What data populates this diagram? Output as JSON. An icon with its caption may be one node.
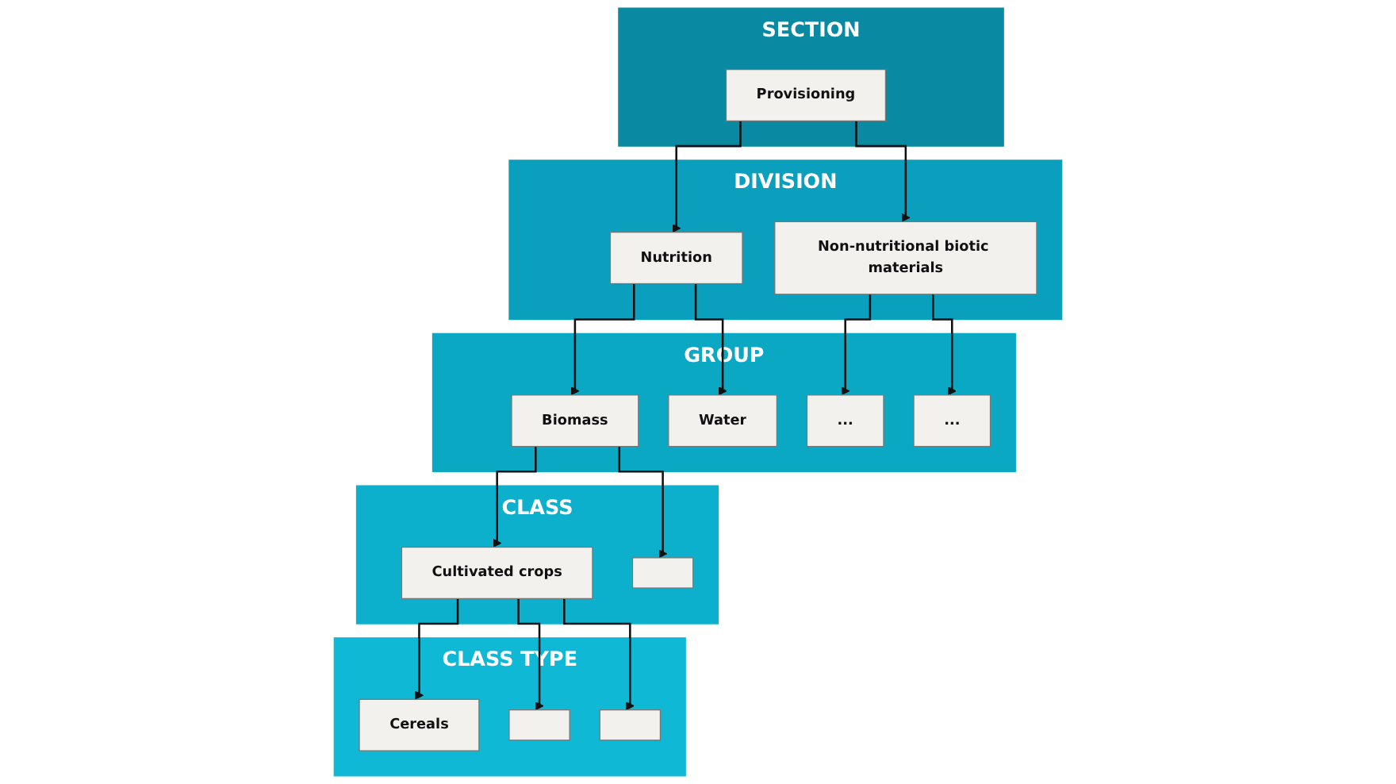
{
  "diagram": {
    "nodes": [
      {
        "text": [
          "SECTION"
        ]
      },
      {
        "text": [
          "Provisioning"
        ],
        "in": 0
      },
      {
        "text": [
          "DIVISION"
        ]
      },
      {
        "text": [
          "Nutrition"
        ],
        "in": 2
      },
      {
        "text": [
          "Non-nutritional biotic materials"
        ],
        "in": 2
      },
      {
        "text": [
          "GROUP"
        ]
      },
      {
        "text": [
          "Biomass"
        ],
        "in": 5
      },
      {
        "text": [
          "Water"
        ],
        "in": 5
      },
      {
        "text": [
          "..."
        ],
        "in": 5
      },
      {
        "text": [
          "..."
        ],
        "in": 5
      },
      {
        "text": [
          "CLASS"
        ]
      },
      {
        "text": [
          "Cultivated crops"
        ],
        "in": 10
      },
      {
        "text": [],
        "shape": "box",
        "in": 10
      },
      {
        "text": [
          "CLASS TYPE"
        ]
      },
      {
        "text": [
          "Cereals"
        ],
        "in": 13
      },
      {
        "text": [],
        "shape": "box",
        "in": 13
      },
      {
        "text": [],
        "shape": "box",
        "in": 13
      }
    ],
    "edges": [
      {
        "from": 1,
        "to": 3,
        "arrow": "to"
      },
      {
        "from": 1,
        "to": 4,
        "arrow": "to"
      },
      {
        "from": 3,
        "to": 6,
        "arrow": "to"
      },
      {
        "from": 3,
        "to": 7,
        "arrow": "to"
      },
      {
        "from": 4,
        "to": 8,
        "arrow": "to"
      },
      {
        "from": 4,
        "to": 9,
        "arrow": "to"
      },
      {
        "from": 6,
        "to": 11,
        "arrow": "to"
      },
      {
        "from": 6,
        "to": 12,
        "arrow": "to"
      },
      {
        "from": 11,
        "to": 14,
        "arrow": "to"
      },
      {
        "from": 11,
        "to": 15,
        "arrow": "to"
      },
      {
        "from": 11,
        "to": 16,
        "arrow": "to"
      }
    ]
  }
}
